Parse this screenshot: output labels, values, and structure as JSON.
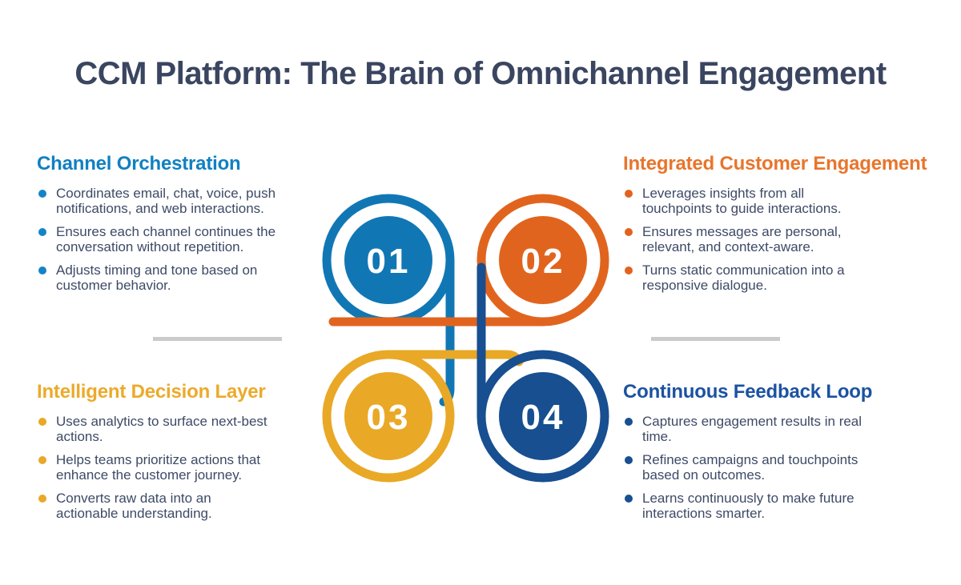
{
  "title": "CCM Platform: The Brain of Omnichannel Engagement",
  "palette": {
    "title_text": "#3A4560",
    "body_text": "#3D4A66",
    "divider_gray": "#CBCBCB",
    "heading_blue": "#1080C2",
    "heading_orange": "#E8752C",
    "heading_gold": "#ECAA2B",
    "heading_navy": "#1B52A1"
  },
  "sections": [
    {
      "id": "channel-orchestration",
      "heading": "Channel Orchestration",
      "bullets": [
        [
          "Coordinates email, chat, voice, push",
          "notifications, and web interactions."
        ],
        [
          "Ensures each channel continues the",
          "conversation without repetition."
        ],
        [
          "Adjusts timing and tone based on",
          "customer behavior."
        ]
      ]
    },
    {
      "id": "integrated-customer-engagement",
      "heading": "Integrated Customer Engagement",
      "bullets": [
        [
          "Leverages insights from all",
          "touchpoints to guide interactions."
        ],
        [
          "Ensures messages are personal,",
          "relevant, and context-aware."
        ],
        [
          "Turns static communication into a",
          "responsive dialogue."
        ]
      ]
    },
    {
      "id": "intelligent-decision-layer",
      "heading": "Intelligent Decision Layer",
      "bullets": [
        [
          "Uses analytics to surface next-best",
          "actions."
        ],
        [
          "Helps teams prioritize actions that",
          "enhance the customer journey."
        ],
        [
          "Converts raw data into an",
          "actionable understanding."
        ]
      ]
    },
    {
      "id": "continuous-feedback-loop",
      "heading": "Continuous Feedback Loop",
      "bullets": [
        [
          "Captures engagement results in real",
          "time."
        ],
        [
          "Refines campaigns and touchpoints",
          "based on outcomes."
        ],
        [
          "Learns continuously to make future",
          "interactions smarter."
        ]
      ]
    }
  ],
  "nodes": [
    {
      "number": "01",
      "color": "#1177B4"
    },
    {
      "number": "02",
      "color": "#E1641E"
    },
    {
      "number": "03",
      "color": "#E9A826"
    },
    {
      "number": "04",
      "color": "#174F90"
    }
  ]
}
